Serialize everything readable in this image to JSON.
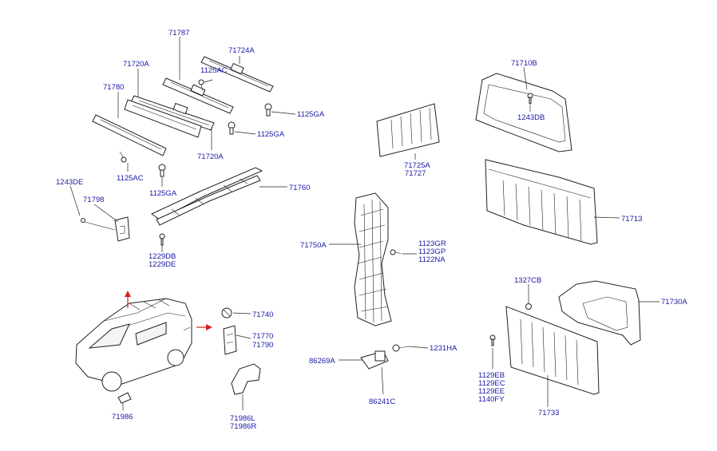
{
  "diagram": {
    "labels": {
      "p71787": "71787",
      "p71724A": "71724A",
      "p71720A_top": "71720A",
      "p1125AC_top": "1125AC",
      "p71780": "71780",
      "p1125GA_a": "1125GA",
      "p1125GA_b": "1125GA",
      "p71720A_bot": "71720A",
      "p1125AC_bot": "1125AC",
      "p1125GA_c": "1125GA",
      "p71760": "71760",
      "p1243DE": "1243DE",
      "p71798": "71798",
      "p1229DB": "1229DB",
      "p1229DE": "1229DE",
      "p71725A": "71725A",
      "p71727": "71727",
      "p71710B": "71710B",
      "p1243DB": "1243DB",
      "p71713": "71713",
      "p71750A": "71750A",
      "p1123GR": "1123GR",
      "p1123GP": "1123GP",
      "p1122NA": "1122NA",
      "p1327CB": "1327CB",
      "p71730A": "71730A",
      "p71740": "71740",
      "p71770": "71770",
      "p71790": "71790",
      "p86269A": "86269A",
      "p1231HA": "1231HA",
      "p86241C": "86241C",
      "p1129EB": "1129EB",
      "p1129EC": "1129EC",
      "p1129EE": "1129EE",
      "p1140FY": "1140FY",
      "p71733": "71733",
      "p71986": "71986",
      "p71986L": "71986L",
      "p71986R": "71986R"
    },
    "colors": {
      "label": "#1a1aa6",
      "line": "#222222",
      "arrow": "#d42020"
    }
  }
}
